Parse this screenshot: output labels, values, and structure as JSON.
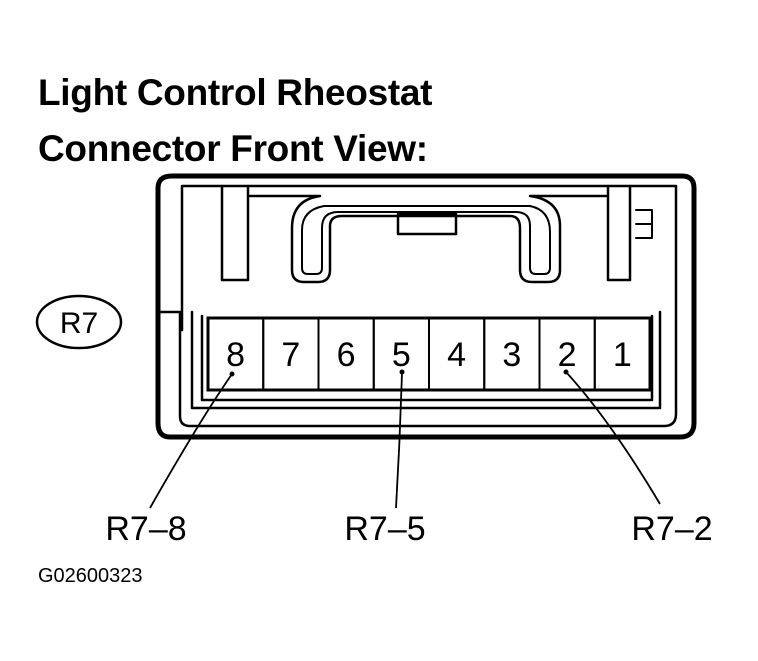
{
  "title": {
    "line1": "Light Control Rheostat",
    "line2": "Connector Front View:"
  },
  "connector": {
    "tag": "R7",
    "pins": [
      "8",
      "7",
      "6",
      "5",
      "4",
      "3",
      "2",
      "1"
    ]
  },
  "callouts": [
    {
      "pin": "8",
      "label": "R7–8"
    },
    {
      "pin": "5",
      "label": "R7–5"
    },
    {
      "pin": "2",
      "label": "R7–2"
    }
  ],
  "figure_id": "G02600323"
}
